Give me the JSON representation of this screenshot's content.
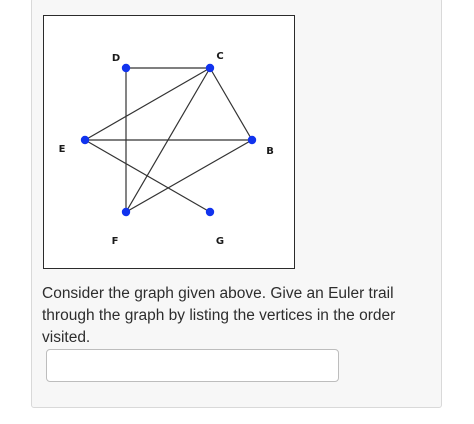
{
  "graph": {
    "vertices": [
      {
        "id": "D",
        "label": "D"
      },
      {
        "id": "C",
        "label": "C"
      },
      {
        "id": "E",
        "label": "E"
      },
      {
        "id": "B",
        "label": "B"
      },
      {
        "id": "F",
        "label": "F"
      },
      {
        "id": "G",
        "label": "G"
      }
    ],
    "edges": [
      [
        "D",
        "C"
      ],
      [
        "D",
        "F"
      ],
      [
        "C",
        "E"
      ],
      [
        "C",
        "F"
      ],
      [
        "C",
        "B"
      ],
      [
        "E",
        "B"
      ],
      [
        "E",
        "G"
      ],
      [
        "B",
        "F"
      ]
    ],
    "vertex_color": "#1133ee",
    "edge_color": "#333333"
  },
  "question": {
    "text": "Consider the graph given above. Give an Euler trail through the graph by listing the vertices in the order visited."
  },
  "answer": {
    "value": "",
    "placeholder": ""
  }
}
